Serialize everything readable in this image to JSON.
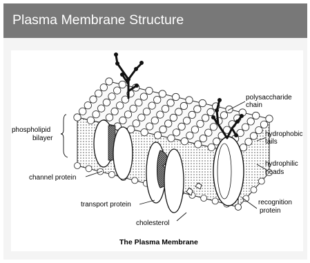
{
  "header": {
    "title": "Plasma Membrane Structure"
  },
  "diagram": {
    "labels": {
      "polysaccharide_chain_1": "polysaccharide",
      "polysaccharide_chain_2": "chain",
      "phospholipid_bilayer_1": "phospholipid",
      "phospholipid_bilayer_2": "bilayer",
      "hydrophobic_tails_1": "hydrophobic",
      "hydrophobic_tails_2": "tails",
      "hydrophilic_heads_1": "hydrophilic",
      "hydrophilic_heads_2": "heads",
      "channel_protein": "channel protein",
      "transport_protein": "transport protein",
      "recognition_protein_1": "recognition",
      "recognition_protein_2": "protein",
      "cholesterol": "cholesterol"
    },
    "caption": "The Plasma Membrane"
  },
  "colors": {
    "header_bg": "#787878",
    "header_text": "#ffffff",
    "card_bg": "#f4f4f4",
    "panel_bg": "#ffffff"
  }
}
